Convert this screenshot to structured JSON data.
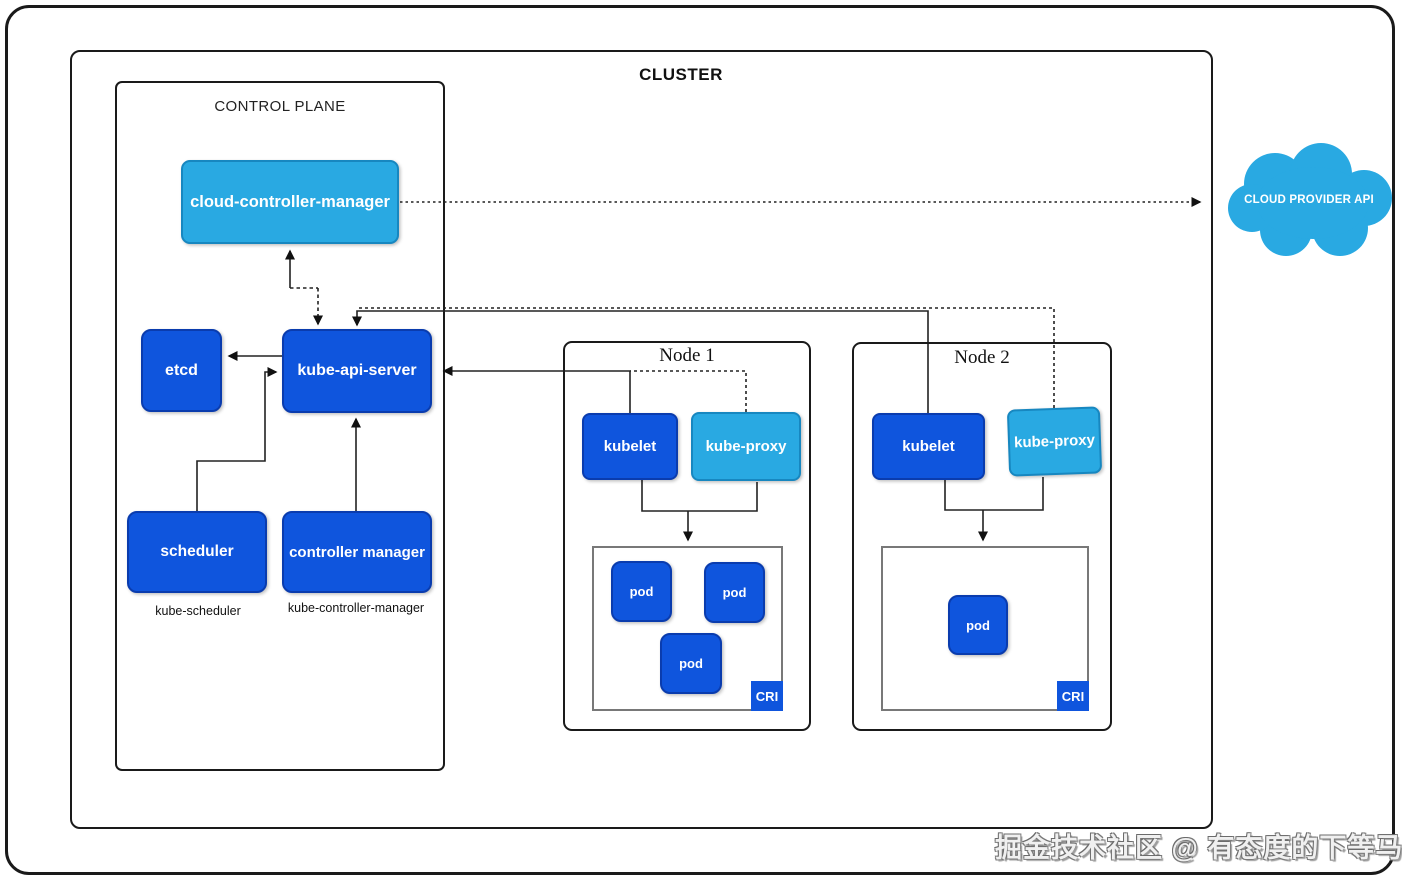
{
  "diagram": {
    "cluster_label": "CLUSTER",
    "control_plane_label": "CONTROL PLANE",
    "control_plane": {
      "cloud_controller_manager": "cloud-controller-manager",
      "etcd": "etcd",
      "kube_api_server": "kube-api-server",
      "scheduler": "scheduler",
      "controller_manager": "controller manager",
      "scheduler_caption": "kube-scheduler",
      "controller_manager_caption": "kube-controller-manager"
    },
    "cloud_provider_api_label": "CLOUD PROVIDER API",
    "node1": {
      "title": "Node 1",
      "kubelet": "kubelet",
      "kube_proxy": "kube-proxy",
      "pods": [
        "pod",
        "pod",
        "pod"
      ],
      "cri": "CRI"
    },
    "node2": {
      "title": "Node 2",
      "kubelet": "kubelet",
      "kube_proxy": "kube-proxy",
      "pods": [
        "pod"
      ],
      "cri": "CRI"
    },
    "watermark": "掘金技术社区 @ 有态度的下等马",
    "colors": {
      "dark_blue": "#0f55dd",
      "light_blue": "#29a9e2",
      "gray_border": "#787878",
      "line_black": "#1f1f1f"
    }
  }
}
